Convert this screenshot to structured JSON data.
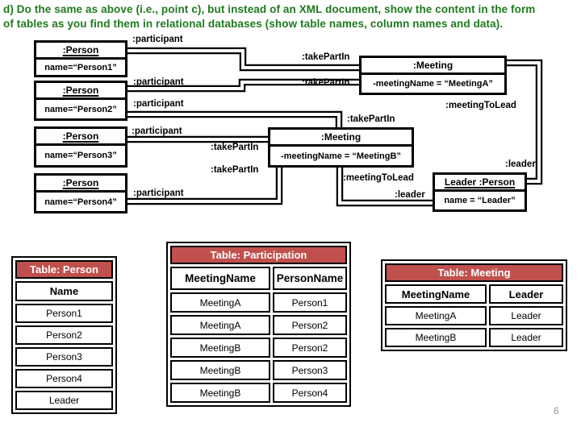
{
  "slide": {
    "title_line1": "d) Do the same as above (i.e., point c), but instead of an XML document, show the content in the form",
    "title_line2": "of tables as you find them in relational databases (show table names, column names and data).",
    "page_number": "6"
  },
  "colors": {
    "title_green": "#1e7b1e",
    "header_red": "#c0504d"
  },
  "diagram": {
    "person1": {
      "title": ":Person",
      "attr": "name=“Person1”"
    },
    "person2": {
      "title": ":Person",
      "attr": "name=“Person2”"
    },
    "person3": {
      "title": ":Person",
      "attr": "name=“Person3”"
    },
    "person4": {
      "title": ":Person",
      "attr": "name=“Person4”"
    },
    "meetingA": {
      "title": ":Meeting",
      "attr": "-meetingName = “MeetingA”"
    },
    "meetingB": {
      "title": ":Meeting",
      "attr": "-meetingName = “MeetingB”"
    },
    "leader": {
      "title": "Leader :Person",
      "attr": "name = “Leader”"
    },
    "edge_labels": {
      "participant": ":participant",
      "take_part_in": ":takePartIn",
      "meeting_to_lead": ":meetingToLead",
      "leader": ":leader"
    }
  },
  "tables": {
    "person": {
      "title": "Table: Person",
      "columns": [
        "Name"
      ],
      "rows": [
        [
          "Person1"
        ],
        [
          "Person2"
        ],
        [
          "Person3"
        ],
        [
          "Person4"
        ],
        [
          "Leader"
        ]
      ]
    },
    "participation": {
      "title": "Table: Participation",
      "columns": [
        "MeetingName",
        "PersonName"
      ],
      "rows": [
        [
          "MeetingA",
          "Person1"
        ],
        [
          "MeetingA",
          "Person2"
        ],
        [
          "MeetingB",
          "Person2"
        ],
        [
          "MeetingB",
          "Person3"
        ],
        [
          "MeetingB",
          "Person4"
        ]
      ]
    },
    "meeting": {
      "title": "Table: Meeting",
      "columns": [
        "MeetingName",
        "Leader"
      ],
      "rows": [
        [
          "MeetingA",
          "Leader"
        ],
        [
          "MeetingB",
          "Leader"
        ]
      ]
    }
  }
}
